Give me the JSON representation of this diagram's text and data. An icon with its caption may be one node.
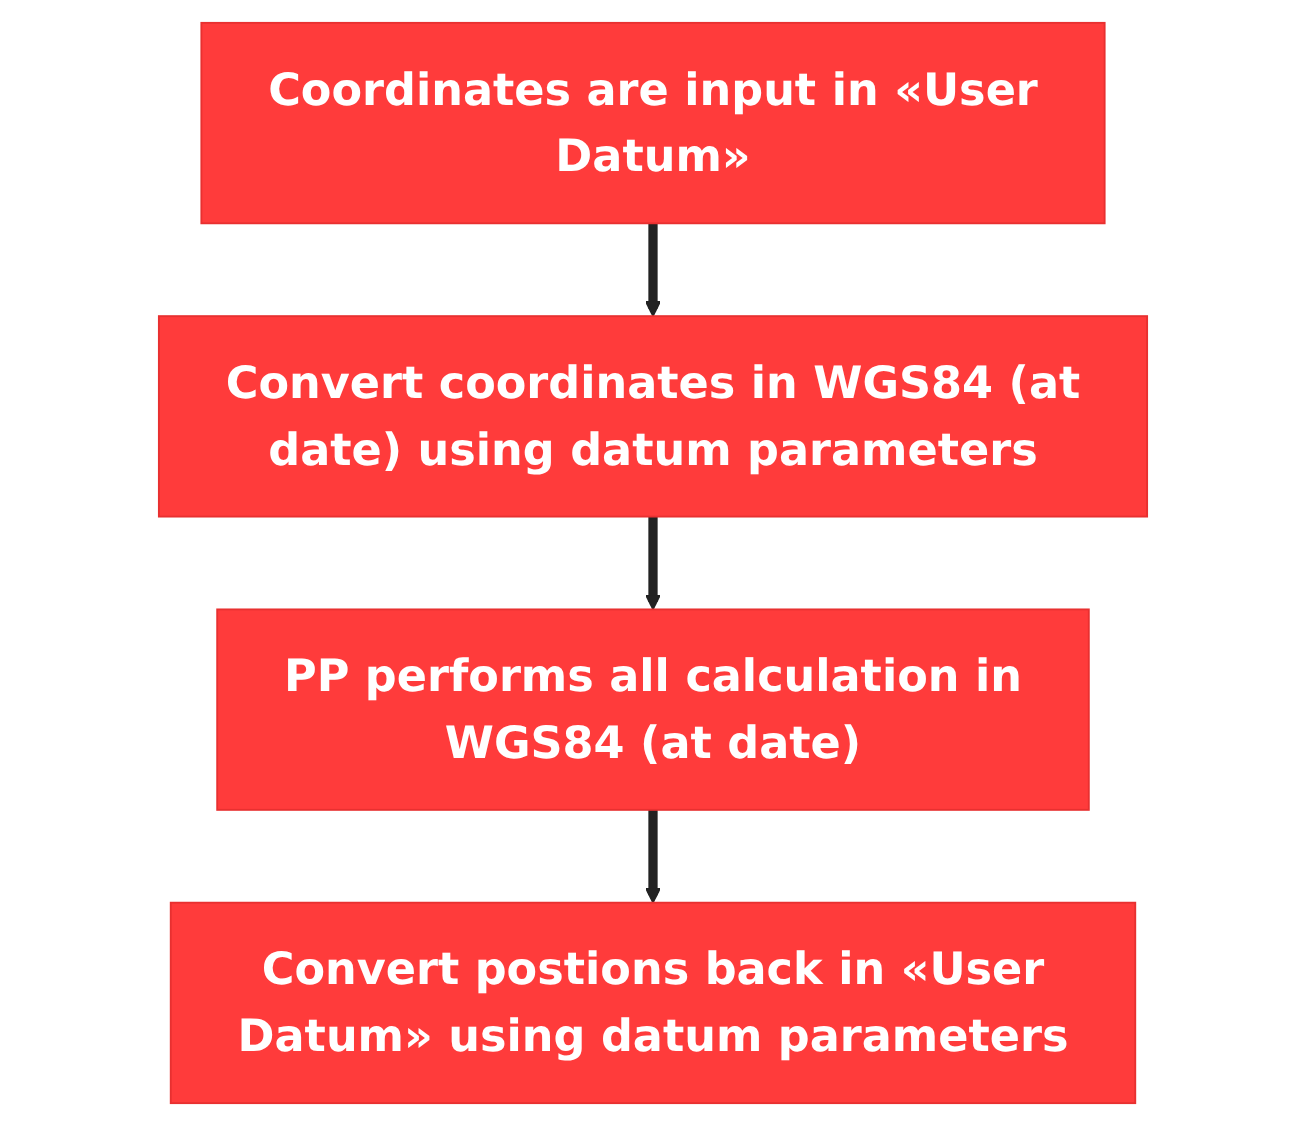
{
  "diagram": {
    "nodes": [
      {
        "text": [
          "Coordinates are input in «User Datum»"
        ]
      },
      {
        "text": [
          "Convert coordinates in WGS84 (at date) using datum parameters"
        ]
      },
      {
        "text": [
          "PP performs all calculation in WGS84 (at date)"
        ]
      },
      {
        "text": [
          "Convert postions back in «User Datum» using datum parameters"
        ]
      }
    ],
    "edges": [
      {
        "from": 0,
        "to": 1,
        "arrow": "to"
      },
      {
        "from": 1,
        "to": 2,
        "arrow": "to"
      },
      {
        "from": 2,
        "to": 3,
        "arrow": "to"
      }
    ]
  }
}
